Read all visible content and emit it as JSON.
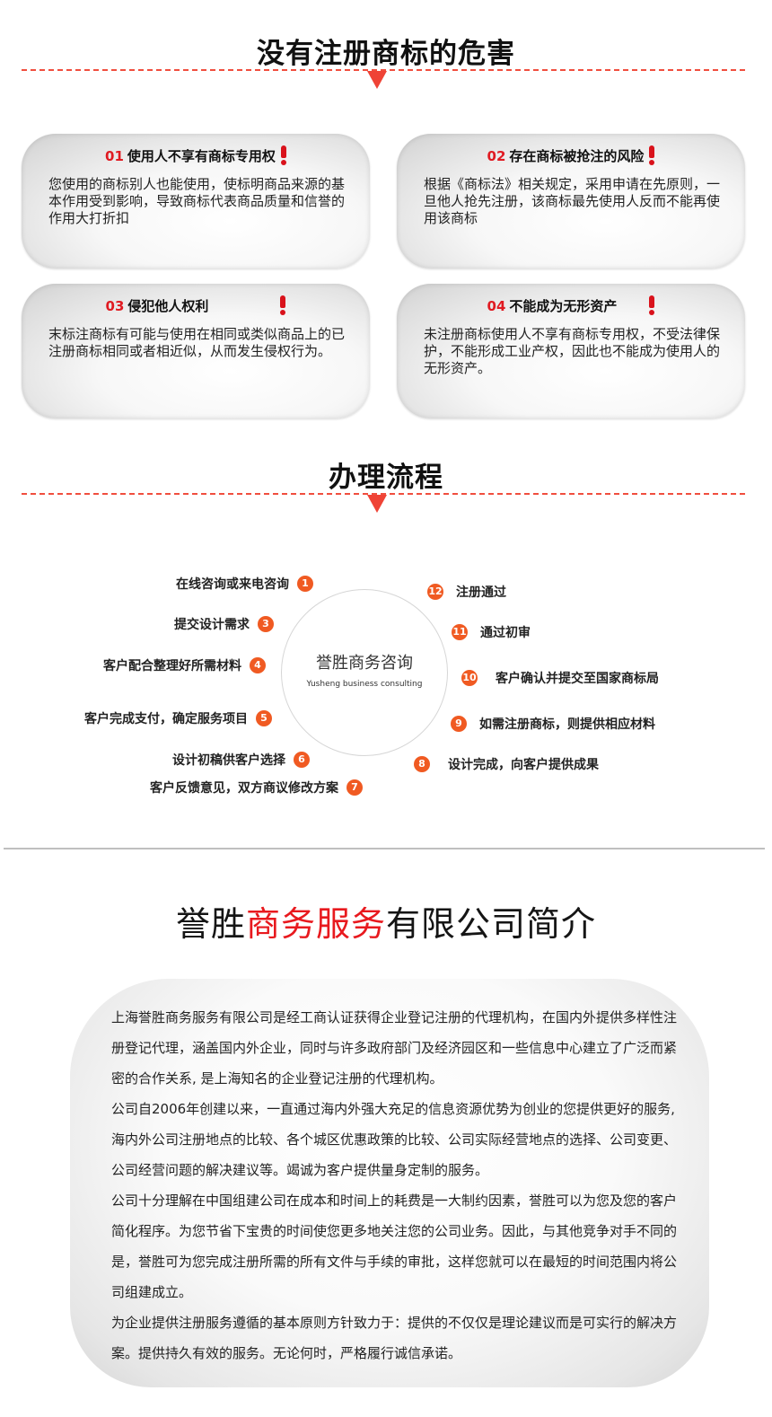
{
  "section1": {
    "title": "没有注册商标的危害",
    "cards": [
      {
        "num": "01",
        "heading": "使用人不享有商标专用权",
        "body": "您使用的商标别人也能使用，使标明商品来源的基本作用受到影响，导致商标代表商品质量和信誉的作用大打折扣"
      },
      {
        "num": "02",
        "heading": "存在商标被抢注的风险",
        "body": "根据《商标法》相关规定，采用申请在先原则，一旦他人抢先注册，该商标最先使用人反而不能再使用该商标"
      },
      {
        "num": "03",
        "heading": "侵犯他人权利",
        "body": "末标注商标有可能与使用在相同或类似商品上的已注册商标相同或者相近似，从而发生侵权行为。"
      },
      {
        "num": "04",
        "heading": "不能成为无形资产",
        "body": "未注册商标使用人不享有商标专用权，不受法律保护，不能形成工业产权，因此也不能成为使用人的无形资产。"
      }
    ]
  },
  "section2": {
    "title": "办理流程",
    "center": {
      "main": "誉胜商务咨询",
      "sub": "Yusheng business consulting"
    },
    "steps": [
      {
        "n": "1",
        "label": "在线咨询或来电咨询"
      },
      {
        "n": "3",
        "label": "提交设计需求"
      },
      {
        "n": "4",
        "label": "客户配合整理好所需材料"
      },
      {
        "n": "5",
        "label": "客户完成支付，确定服务项目"
      },
      {
        "n": "6",
        "label": "设计初稿供客户选择"
      },
      {
        "n": "7",
        "label": "客户反馈意见，双方商议修改方案"
      },
      {
        "n": "12",
        "label": "注册通过"
      },
      {
        "n": "11",
        "label": "通过初审"
      },
      {
        "n": "10",
        "label": "客户确认并提交至国家商标局"
      },
      {
        "n": "9",
        "label": "如需注册商标，则提供相应材料"
      },
      {
        "n": "8",
        "label": "设计完成，向客户提供成果"
      }
    ]
  },
  "section3": {
    "title_pre": "誉胜",
    "title_red": "商务服务",
    "title_post": "有限公司简介",
    "paragraphs": [
      "上海誉胜商务服务有限公司是经工商认证获得企业登记注册的代理机构，在国内外提供多样性注册登记代理，涵盖国内外企业，同时与许多政府部门及经济园区和一些信息中心建立了广泛而紧密的合作关系, 是上海知名的企业登记注册的代理机构。",
      "公司自2006年创建以来，一直通过海内外强大充足的信息资源优势为创业的您提供更好的服务, 海内外公司注册地点的比较、各个城区优惠政策的比较、公司实际经营地点的选择、公司变更、公司经营问题的解决建议等。竭诚为客户提供量身定制的服务。",
      "公司十分理解在中国组建公司在成本和时间上的耗费是一大制约因素，誉胜可以为您及您的客户简化程序。为您节省下宝贵的时间使您更多地关注您的公司业务。因此，与其他竞争对手不同的是，誉胜可为您完成注册所需的所有文件与手续的审批，这样您就可以在最短的时间范围内将公司组建成立。",
      "为企业提供注册服务遵循的基本原则方针致力于：提供的不仅仅是理论建议而是可实行的解决方案。提供持久有效的服务。无论何时，严格履行诚信承诺。"
    ]
  },
  "colors": {
    "accent_red": "#e01b22",
    "badge_orange": "#f05a22",
    "dash_red": "#f04e3e"
  }
}
